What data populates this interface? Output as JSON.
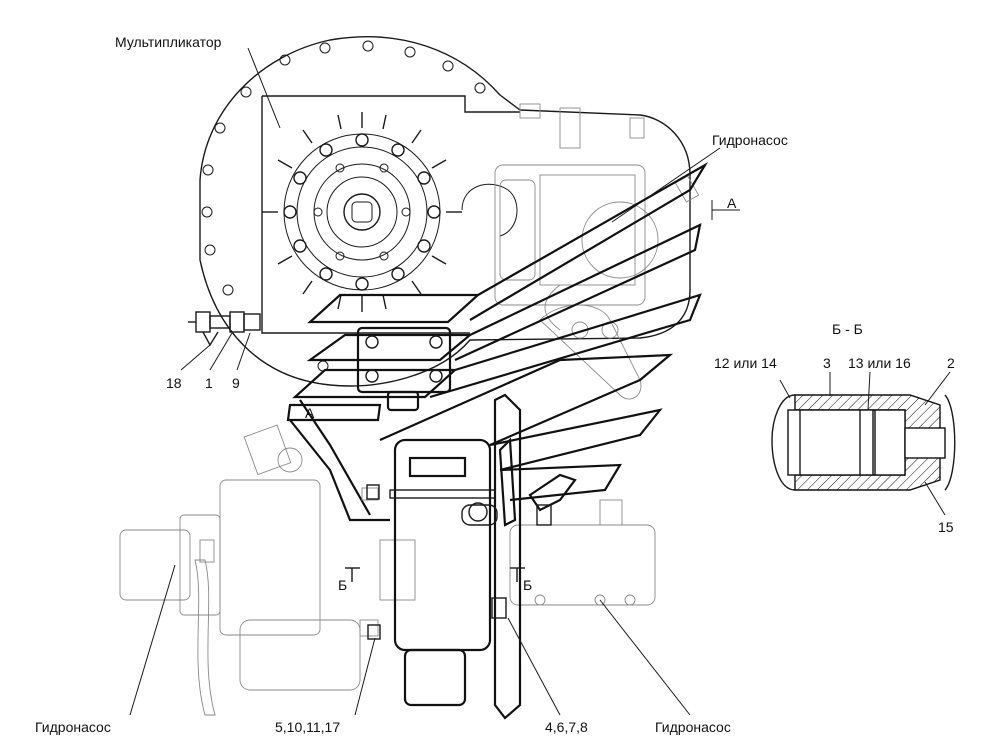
{
  "labels": {
    "multiplier": "Мультипликатор",
    "pump_top": "Гидронасос",
    "pump_bottom_left": "Гидронасос",
    "pump_bottom_right": "Гидронасос",
    "arrow_a_right": "А",
    "view_a": "А",
    "section_title": "Б - Б",
    "section_b_left": "Б",
    "section_b_right": "Б",
    "callout_18": "18",
    "callout_1": "1",
    "callout_9": "9",
    "callout_12_14": "12 или 14",
    "callout_3": "3",
    "callout_13_16": "13 или 16",
    "callout_2": "2",
    "callout_15": "15",
    "callout_5_10_11_17": "5,10,11,17",
    "callout_4_6_7_8": "4,6,7,8"
  },
  "colors": {
    "line": "#1a1a1a",
    "ghost": "#8a8a8a",
    "background": "#ffffff"
  }
}
